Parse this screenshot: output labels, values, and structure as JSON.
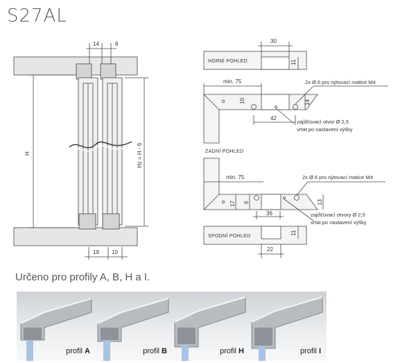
{
  "title": "S27AL",
  "subtitle": "Určeno pro profily A, B, H a I.",
  "left_drawing": {
    "dims": {
      "top_a": "14",
      "top_b": "8",
      "bottom_a": "19",
      "bottom_b": "10",
      "height": "H",
      "height2": "Hz = H - 6"
    }
  },
  "right_drawing": {
    "labels": {
      "horni": "HORNÍ POHLED",
      "zadni": "ZADNÍ POHLED",
      "spodni": "SPODNÍ POHLED"
    },
    "dims": {
      "d30": "30",
      "d11a": "11",
      "min75a": "min. 75",
      "d10": "10",
      "d14": "14",
      "d42": "42",
      "min75b": "min. 75",
      "d17": "17",
      "d6": "6",
      "d13": "13",
      "d36": "36",
      "d11b": "11",
      "d22": "22"
    },
    "notes": {
      "rivet1": "2x Ø 6 pro nýtovací matice M4",
      "lock1a": "zajišťovací otvor Ø 2,5",
      "lock1b": "vrtat po nastavení výšky",
      "rivet2": "2x Ø 6 pro nýtovací matice M4",
      "lock2a": "zajišťovací otvory Ø 2,5",
      "lock2b": "vrtat po nastavení výšky"
    }
  },
  "profiles": [
    {
      "prefix": "profil ",
      "letter": "A"
    },
    {
      "prefix": "profil ",
      "letter": "B"
    },
    {
      "prefix": "profil ",
      "letter": "H"
    },
    {
      "prefix": "profil ",
      "letter": "I"
    }
  ]
}
